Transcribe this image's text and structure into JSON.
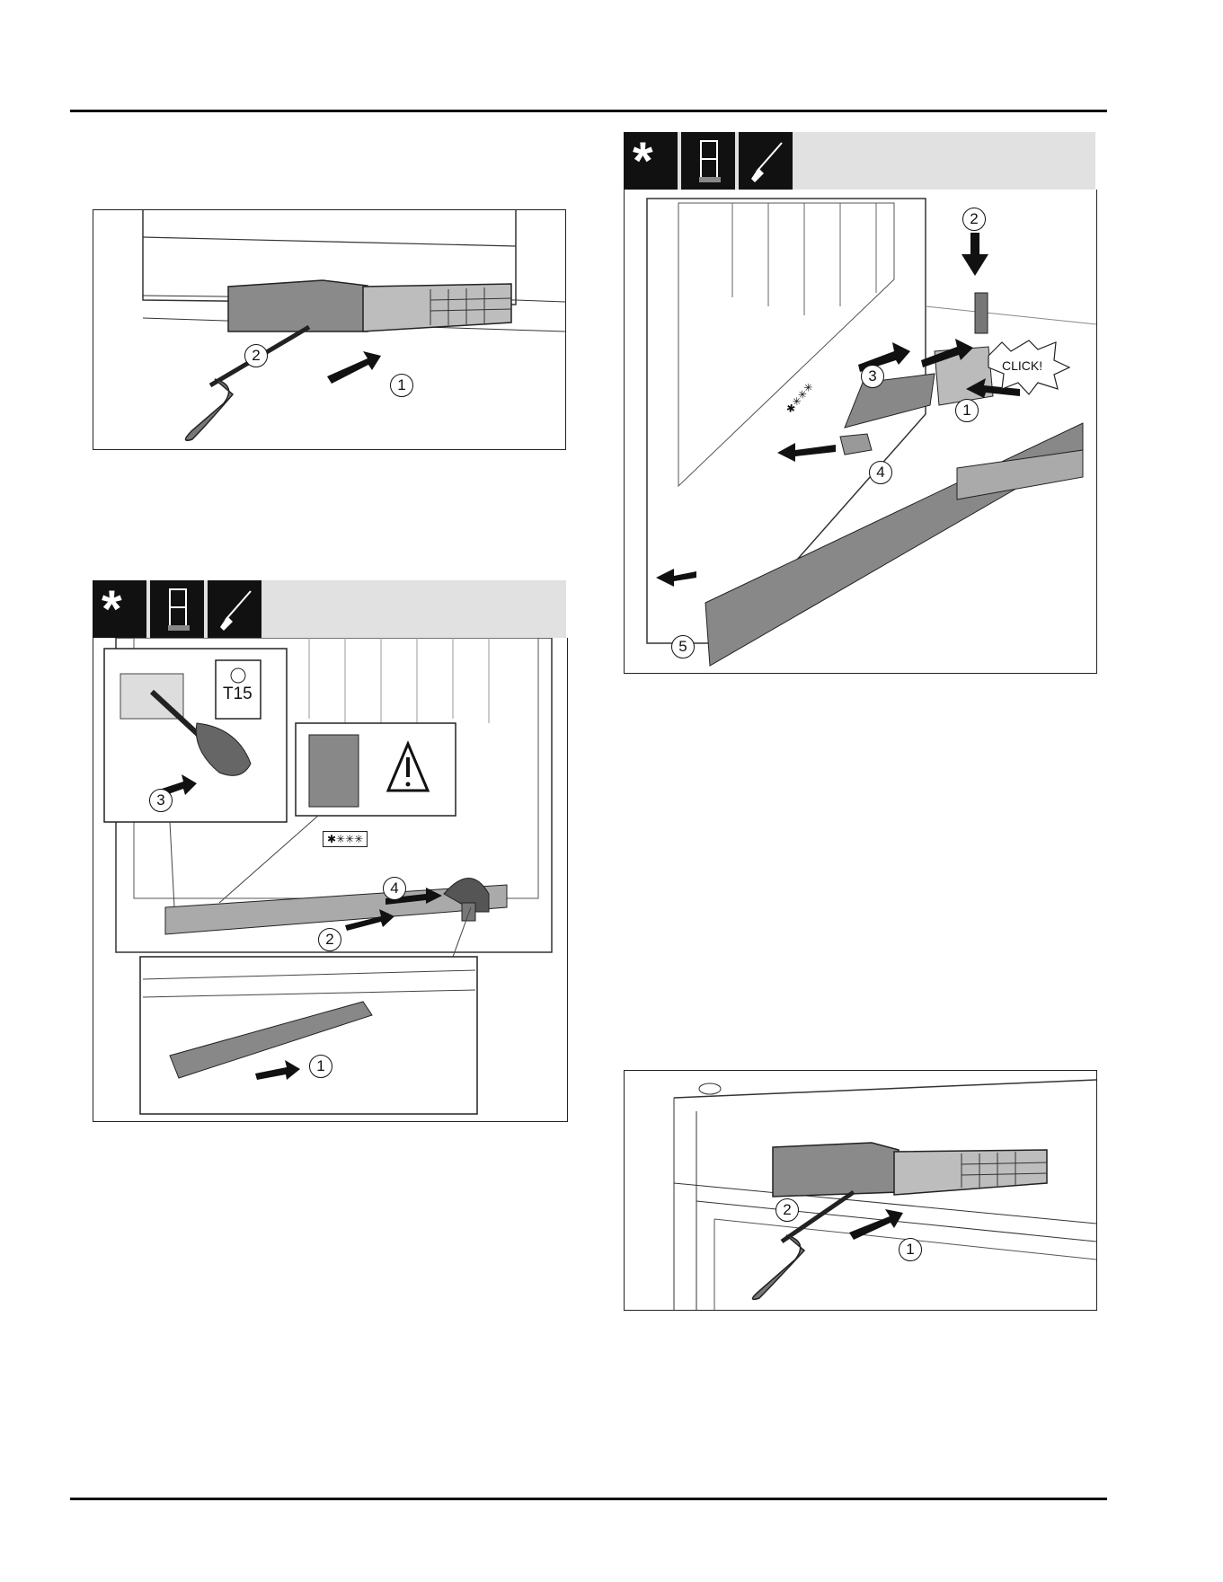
{
  "figures": {
    "fig_top_left": {
      "callouts": [
        "1",
        "2"
      ]
    },
    "fig_bottom_left": {
      "callouts": [
        "1",
        "2",
        "3",
        "4"
      ],
      "tool_size": "T15",
      "label_freezer": "✱✳✳✳"
    },
    "fig_top_right": {
      "callouts": [
        "1",
        "2",
        "3",
        "4",
        "5"
      ],
      "click_text": "CLICK!",
      "label_freezer": "✱✳✳✳"
    },
    "fig_bottom_right": {
      "callouts": [
        "1",
        "2"
      ]
    }
  },
  "icons": [
    "freezer-star-icon",
    "fridge-icon",
    "screwdriver-icon",
    "warning-icon",
    "torx-icon"
  ]
}
